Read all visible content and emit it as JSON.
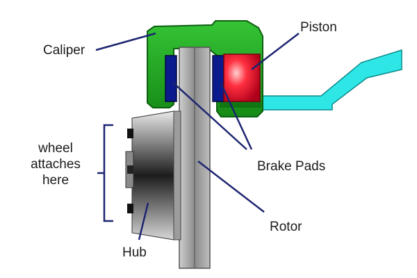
{
  "labels": {
    "caliper": "Caliper",
    "piston": "Piston",
    "brake_pads": "Brake Pads",
    "rotor": "Rotor",
    "hub": "Hub",
    "wheel_line1": "wheel",
    "wheel_line2": "attaches",
    "wheel_line3": "here"
  },
  "colors": {
    "caliper": "#1fa81f",
    "caliper_dark": "#0d5f10",
    "piston": "#e8102a",
    "brake_pad": "#0b1a8c",
    "rotor": "#9a9a9a",
    "hub": "#6f6f6f",
    "brake_line": "#2fe6e6",
    "leader": "#1c2470"
  }
}
